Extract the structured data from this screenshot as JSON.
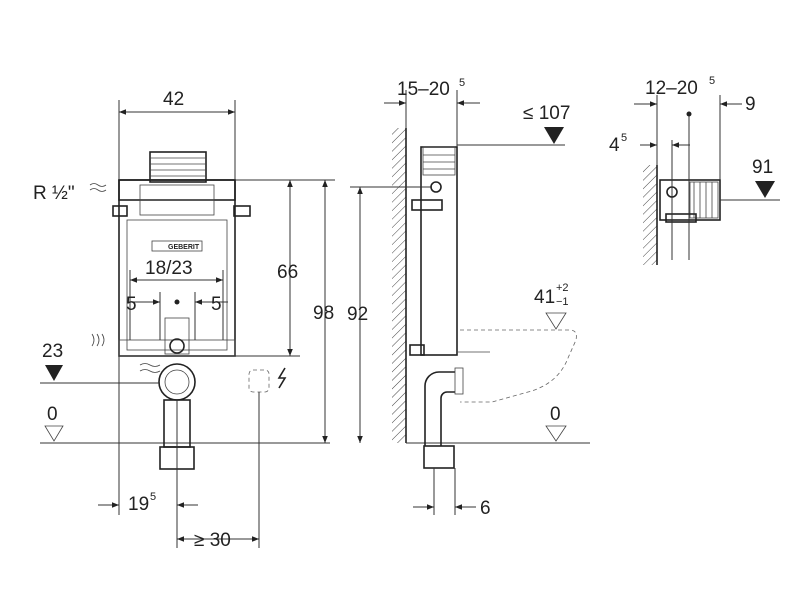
{
  "labels": {
    "width_42": "42",
    "r_half": "R ½\"",
    "d_18_23": "18/23",
    "d_5_left": "5",
    "d_5_right": "5",
    "d_66": "66",
    "d_98": "98",
    "d_92": "92",
    "d_23": "23",
    "d_0_left": "0",
    "d_19": "19",
    "d_19_sup": "5",
    "d_ge30": "≥ 30",
    "d_15_20": "15–20",
    "d_15_20_sup": "5",
    "d_le107": "≤ 107",
    "d_41": "41",
    "d_41_sup": "+2",
    "d_41_sub": "−1",
    "d_0_right": "0",
    "d_6": "6",
    "d_12_20": "12–20",
    "d_12_20_sup": "5",
    "d_9": "9",
    "d_4": "4",
    "d_4_sup": "5",
    "d_91": "91",
    "brand": "GEBERIT"
  },
  "icons": [
    "water-supply-icon",
    "flush-icon",
    "electric-icon",
    "level-triangle-icon",
    "dimension-arrow-icon"
  ],
  "colors": {
    "line": "#222222",
    "background": "#ffffff"
  }
}
